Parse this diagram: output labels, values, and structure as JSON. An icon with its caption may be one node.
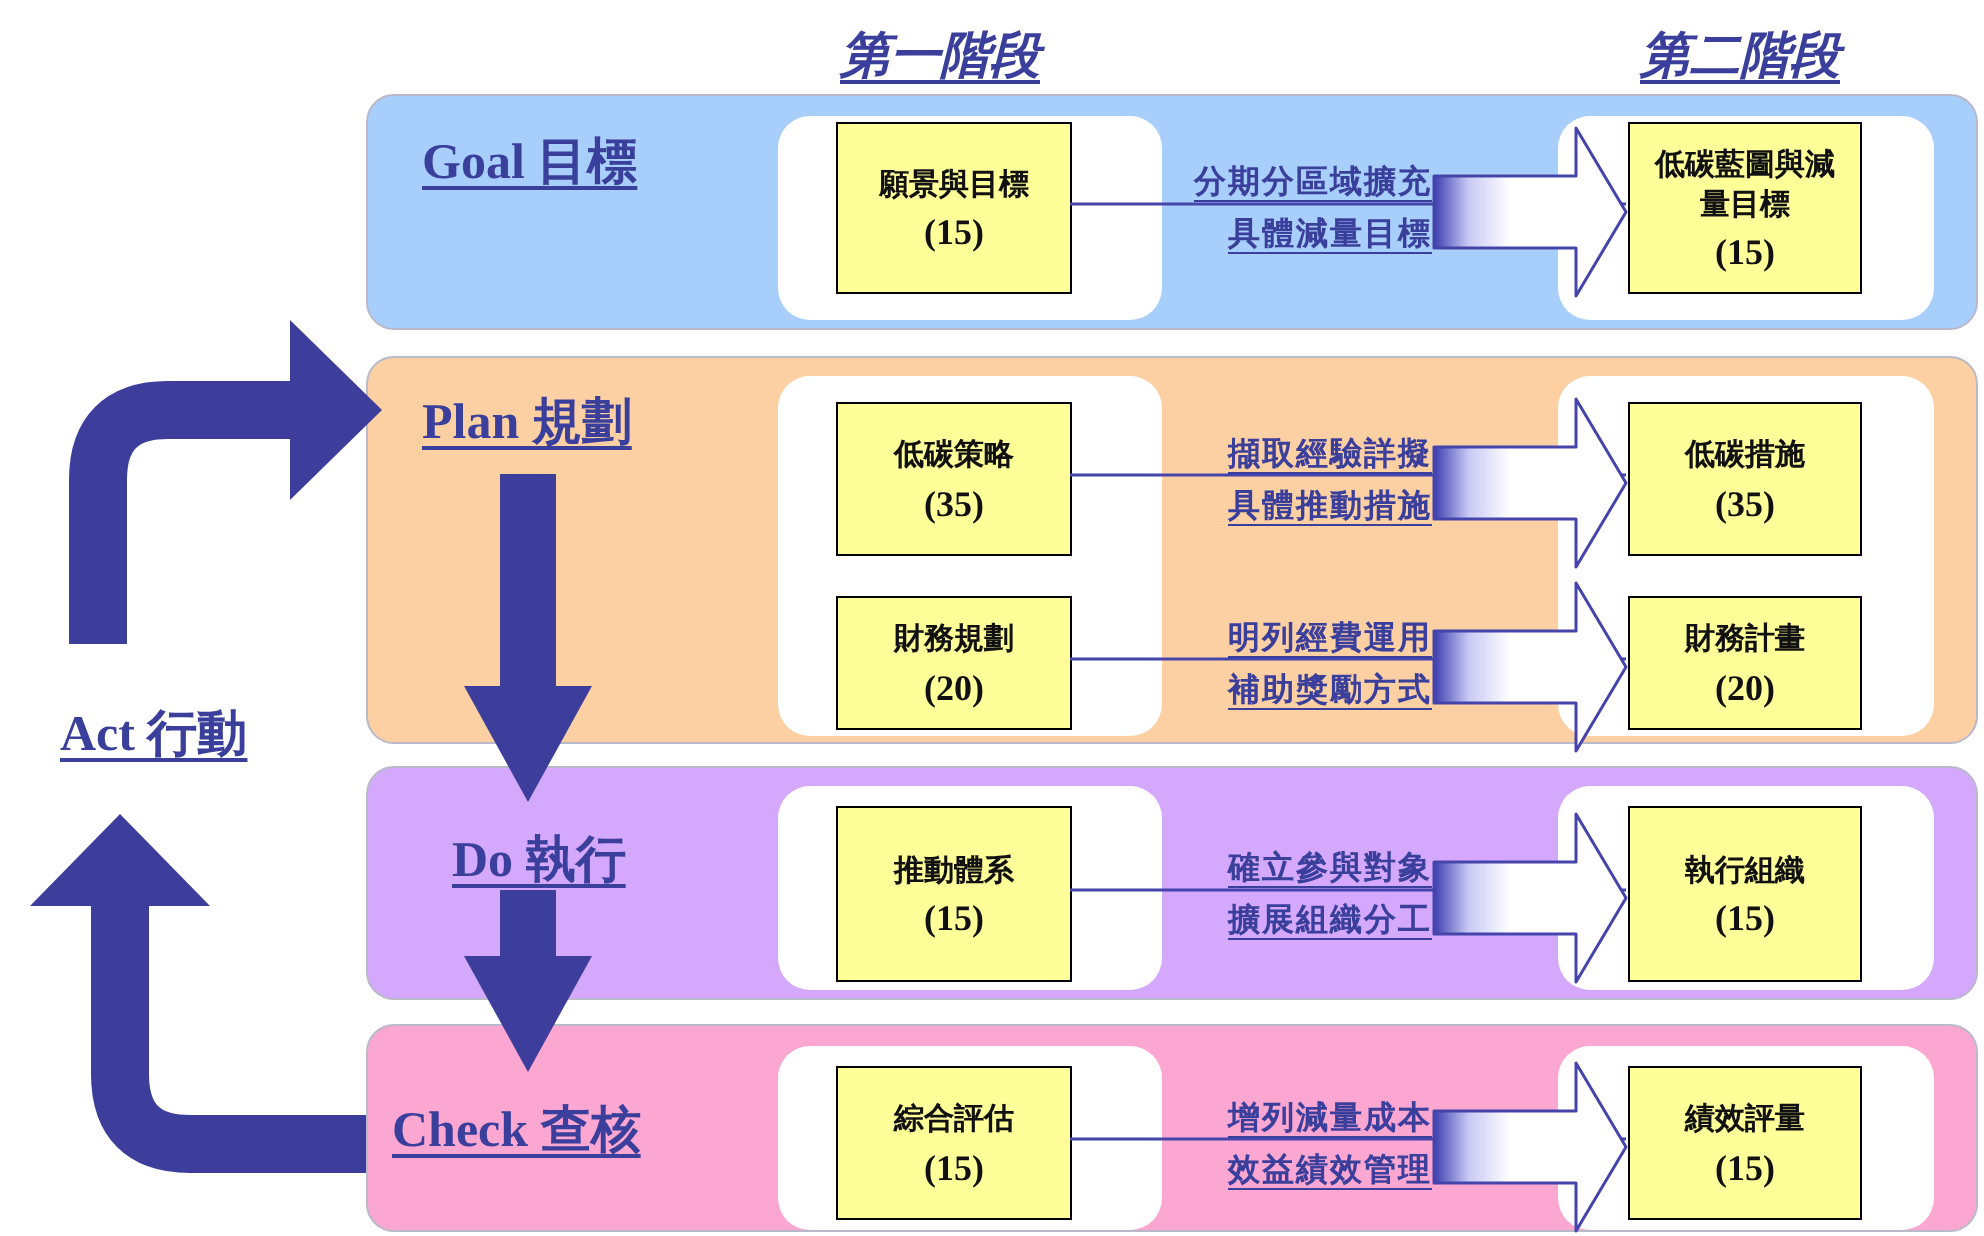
{
  "diagram": {
    "nodes": [
      {
        "text": [
          "Goal 目標"
        ]
      },
      {
        "text": [],
        "shape": "box",
        "in": 0
      },
      {
        "text": [
          "願景與目標",
          "(15)"
        ],
        "in": 1
      },
      {
        "text": [],
        "shape": "box",
        "in": 0
      },
      {
        "text": [
          "低碳藍圖與減量目標",
          "(15)"
        ],
        "in": 3
      },
      {
        "text": [
          "Plan 規劃"
        ]
      },
      {
        "text": [],
        "shape": "box",
        "in": 5
      },
      {
        "text": [
          "低碳策略",
          "(35)"
        ],
        "in": 6
      },
      {
        "text": [
          "財務規劃",
          "(20)"
        ],
        "in": 6
      },
      {
        "text": [],
        "shape": "box",
        "in": 5
      },
      {
        "text": [
          "低碳措施",
          "(35)"
        ],
        "in": 9
      },
      {
        "text": [
          "財務計畫",
          "(20)"
        ],
        "in": 9
      },
      {
        "text": [
          "Do 執行"
        ]
      },
      {
        "text": [],
        "shape": "box",
        "in": 12
      },
      {
        "text": [
          "推動體系",
          "(15)"
        ],
        "in": 13
      },
      {
        "text": [],
        "shape": "box",
        "in": 12
      },
      {
        "text": [
          "執行組織",
          "(15)"
        ],
        "in": 15
      },
      {
        "text": [
          "Check 查核"
        ]
      },
      {
        "text": [],
        "shape": "box",
        "in": 17
      },
      {
        "text": [
          "綜合評估",
          "(15)"
        ],
        "in": 18
      },
      {
        "text": [],
        "shape": "box",
        "in": 17
      },
      {
        "text": [
          "績效評量",
          "(15)"
        ],
        "in": 20
      },
      {
        "text": [
          "Act 行動"
        ]
      }
    ],
    "edges": [
      {
        "from": 2,
        "to": 4,
        "arrow": "to",
        "label": "分期分區域擴充具體減量目標"
      },
      {
        "from": 7,
        "to": 10,
        "arrow": "to",
        "label": "擷取經驗詳擬具體推動措施"
      },
      {
        "from": 8,
        "to": 11,
        "arrow": "to",
        "label": "明列經費運用補助獎勵方式"
      },
      {
        "from": 14,
        "to": 16,
        "arrow": "to",
        "label": "確立參與對象擴展組織分工"
      },
      {
        "from": 19,
        "to": 21,
        "arrow": "to",
        "label": "增列減量成本效益績效管理"
      },
      {
        "from": 5,
        "to": 12,
        "arrow": "to",
        "style": "thick"
      },
      {
        "from": 12,
        "to": 17,
        "arrow": "to",
        "style": "thick"
      },
      {
        "from": 17,
        "to": 22,
        "arrow": "to",
        "style": "thick"
      },
      {
        "from": 22,
        "to": 5,
        "arrow": "to",
        "style": "thick"
      }
    ],
    "labels": [
      "第一階段",
      "第二階段"
    ]
  }
}
